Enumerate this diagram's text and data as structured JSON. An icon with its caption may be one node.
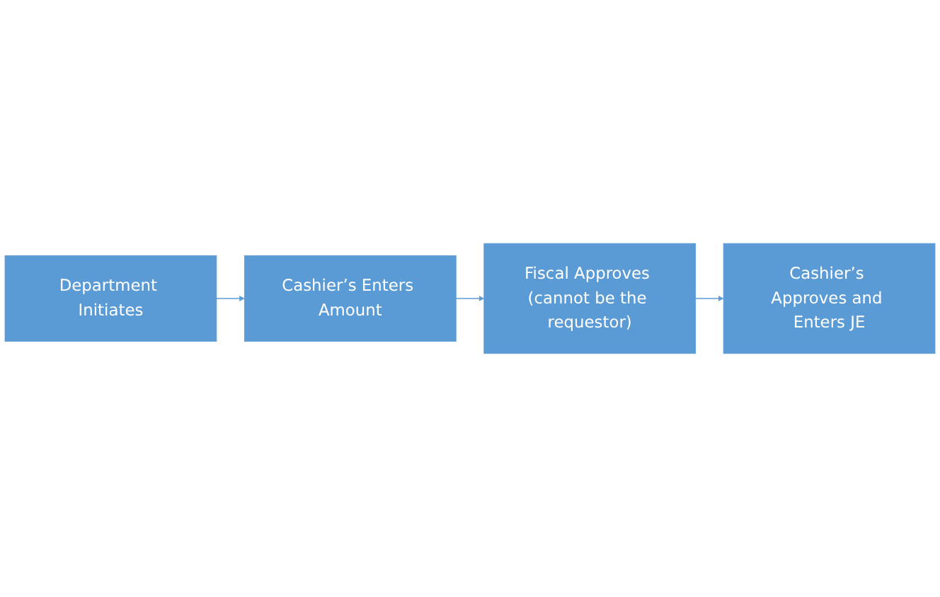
{
  "diagram": {
    "nodes": [
      {
        "text": [
          "Department Initiates"
        ]
      },
      {
        "text": [
          "Cashier’s Enters Amount"
        ]
      },
      {
        "text": [
          "Fiscal Approves (cannot be the requestor)"
        ]
      },
      {
        "text": [
          "Cashier’s Approves and Enters JE"
        ]
      }
    ],
    "edges": [
      {
        "from": 0,
        "to": 1,
        "arrow": "to"
      },
      {
        "from": 1,
        "to": 2,
        "arrow": "to"
      },
      {
        "from": 2,
        "to": 3,
        "arrow": "to"
      }
    ]
  }
}
